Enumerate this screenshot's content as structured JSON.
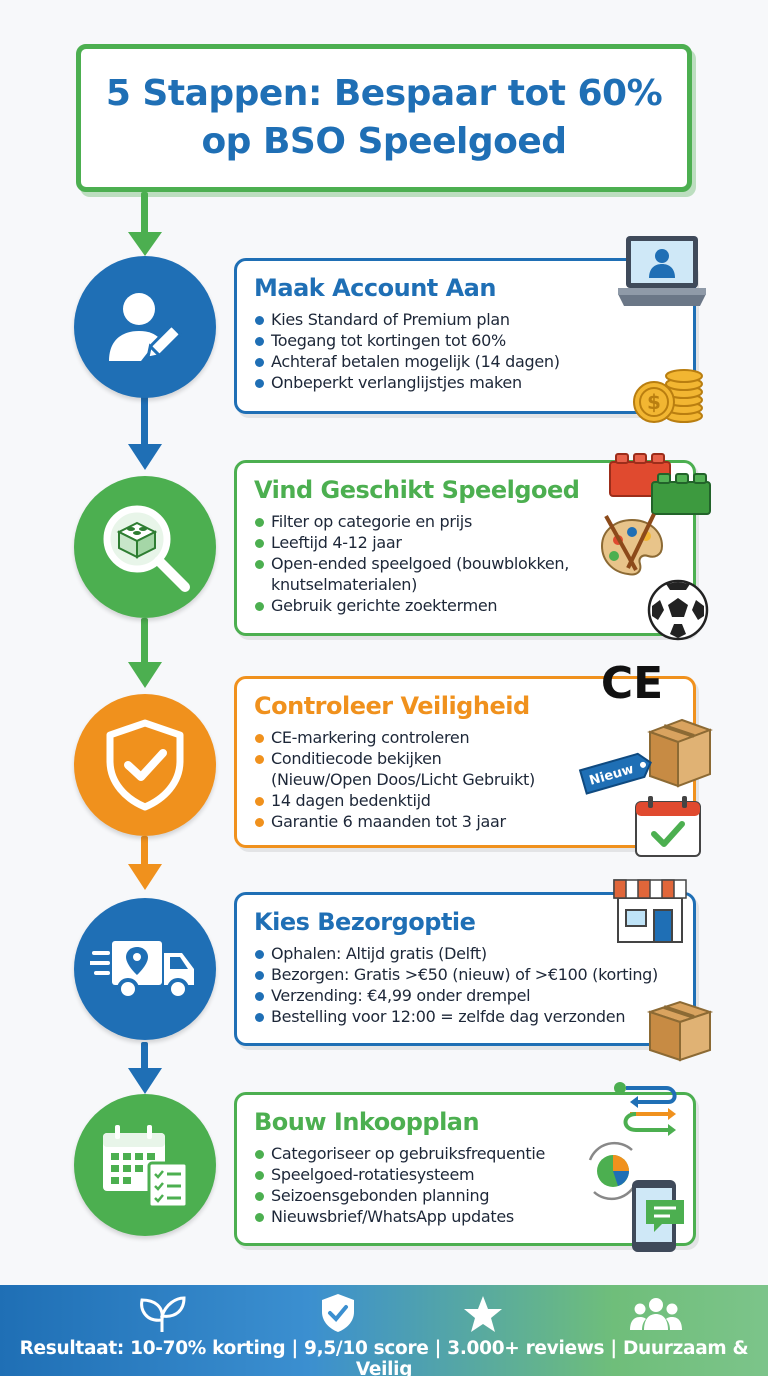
{
  "title": {
    "line1": "5 Stappen: Bespaar tot 60%",
    "line2": "op BSO Speelgoed"
  },
  "colors": {
    "blue": "#1f6fb5",
    "green": "#4caf50",
    "orange": "#f0911d"
  },
  "steps": [
    {
      "title": "Maak Account Aan",
      "color": "blue",
      "icon": "user-edit-icon",
      "bullets": [
        "Kies Standard of Premium plan",
        "Toegang tot kortingen tot 60%",
        "Achteraf betalen mogelijk (14 dagen)",
        "Onbeperkt verlanglijstjes maken"
      ],
      "illustrations": [
        "laptop-icon",
        "coins-icon"
      ]
    },
    {
      "title": "Vind Geschikt Speelgoed",
      "color": "green",
      "icon": "search-blocks-icon",
      "bullets": [
        "Filter op categorie en prijs",
        "Leeftijd 4-12 jaar",
        "Open-ended speelgoed (bouwblokken,",
        "knutselmaterialen)",
        "Gebruik gerichte zoektermen"
      ],
      "illustrations": [
        "lego-blocks-icon",
        "paint-palette-icon",
        "football-icon"
      ]
    },
    {
      "title": "Controleer Veiligheid",
      "color": "orange",
      "icon": "shield-check-icon",
      "bullets": [
        "CE-markering controleren",
        "Conditiecode bekijken",
        "(Nieuw/Open Doos/Licht Gebruikt)",
        "14 dagen bedenktijd",
        "Garantie 6 maanden tot 3 jaar"
      ],
      "ce_mark": "CE",
      "tag_label": "Nieuw",
      "illustrations": [
        "ce-mark-icon",
        "box-tag-icon",
        "calendar-check-icon"
      ]
    },
    {
      "title": "Kies Bezorgoptie",
      "color": "blue",
      "icon": "delivery-truck-icon",
      "bullets": [
        "Ophalen: Altijd gratis (Delft)",
        "Bezorgen: Gratis >€50 (nieuw) of >€100 (korting)",
        "Verzending: €4,99 onder drempel",
        "Bestelling voor 12:00 = zelfde dag verzonden"
      ],
      "illustrations": [
        "store-icon",
        "box-icon"
      ]
    },
    {
      "title": "Bouw Inkoopplan",
      "color": "green",
      "icon": "calendar-checklist-icon",
      "bullets": [
        "Categoriseer op gebruiksfrequentie",
        "Speelgoed-rotatiesysteem",
        "Seizoensgebonden planning",
        "Nieuwsbrief/WhatsApp updates"
      ],
      "illustrations": [
        "rotation-arrows-icon",
        "pie-chart-cycle-icon",
        "phone-chat-icon"
      ]
    }
  ],
  "footer": {
    "text": "Resultaat: 10-70% korting | 9,5/10 score | 3.000+ reviews | Duurzaam & Veilig",
    "icons": [
      "leaf-icon",
      "shield-check-icon",
      "star-icon",
      "people-icon"
    ]
  }
}
